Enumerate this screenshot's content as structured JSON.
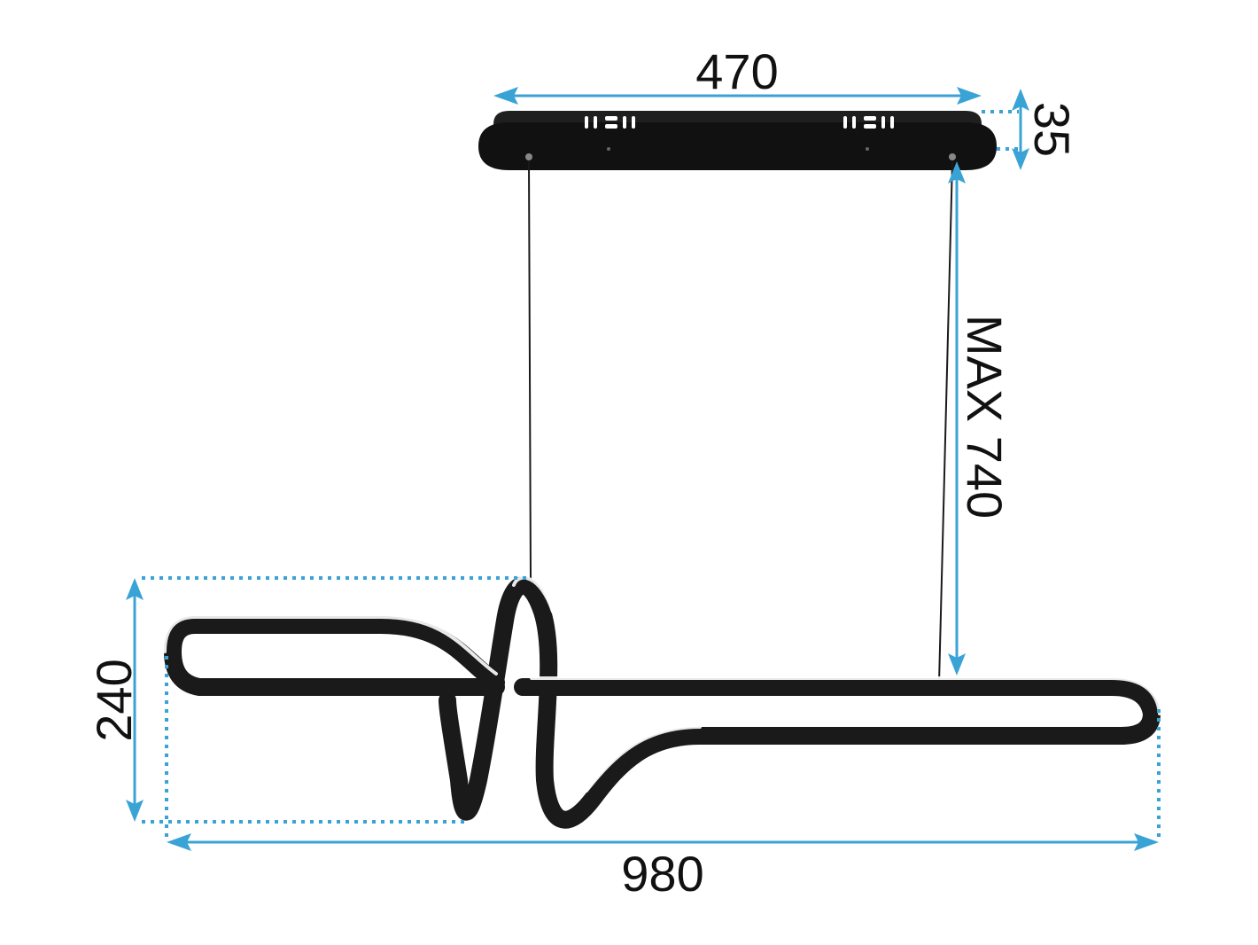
{
  "diagram": {
    "dimensions": {
      "canopy_width": "470",
      "canopy_height": "35",
      "max_drop": "MAX 740",
      "fixture_height": "240",
      "fixture_width": "980"
    },
    "colors": {
      "accent": "#3aa3d6",
      "lamp": "#1a1a1a"
    }
  }
}
